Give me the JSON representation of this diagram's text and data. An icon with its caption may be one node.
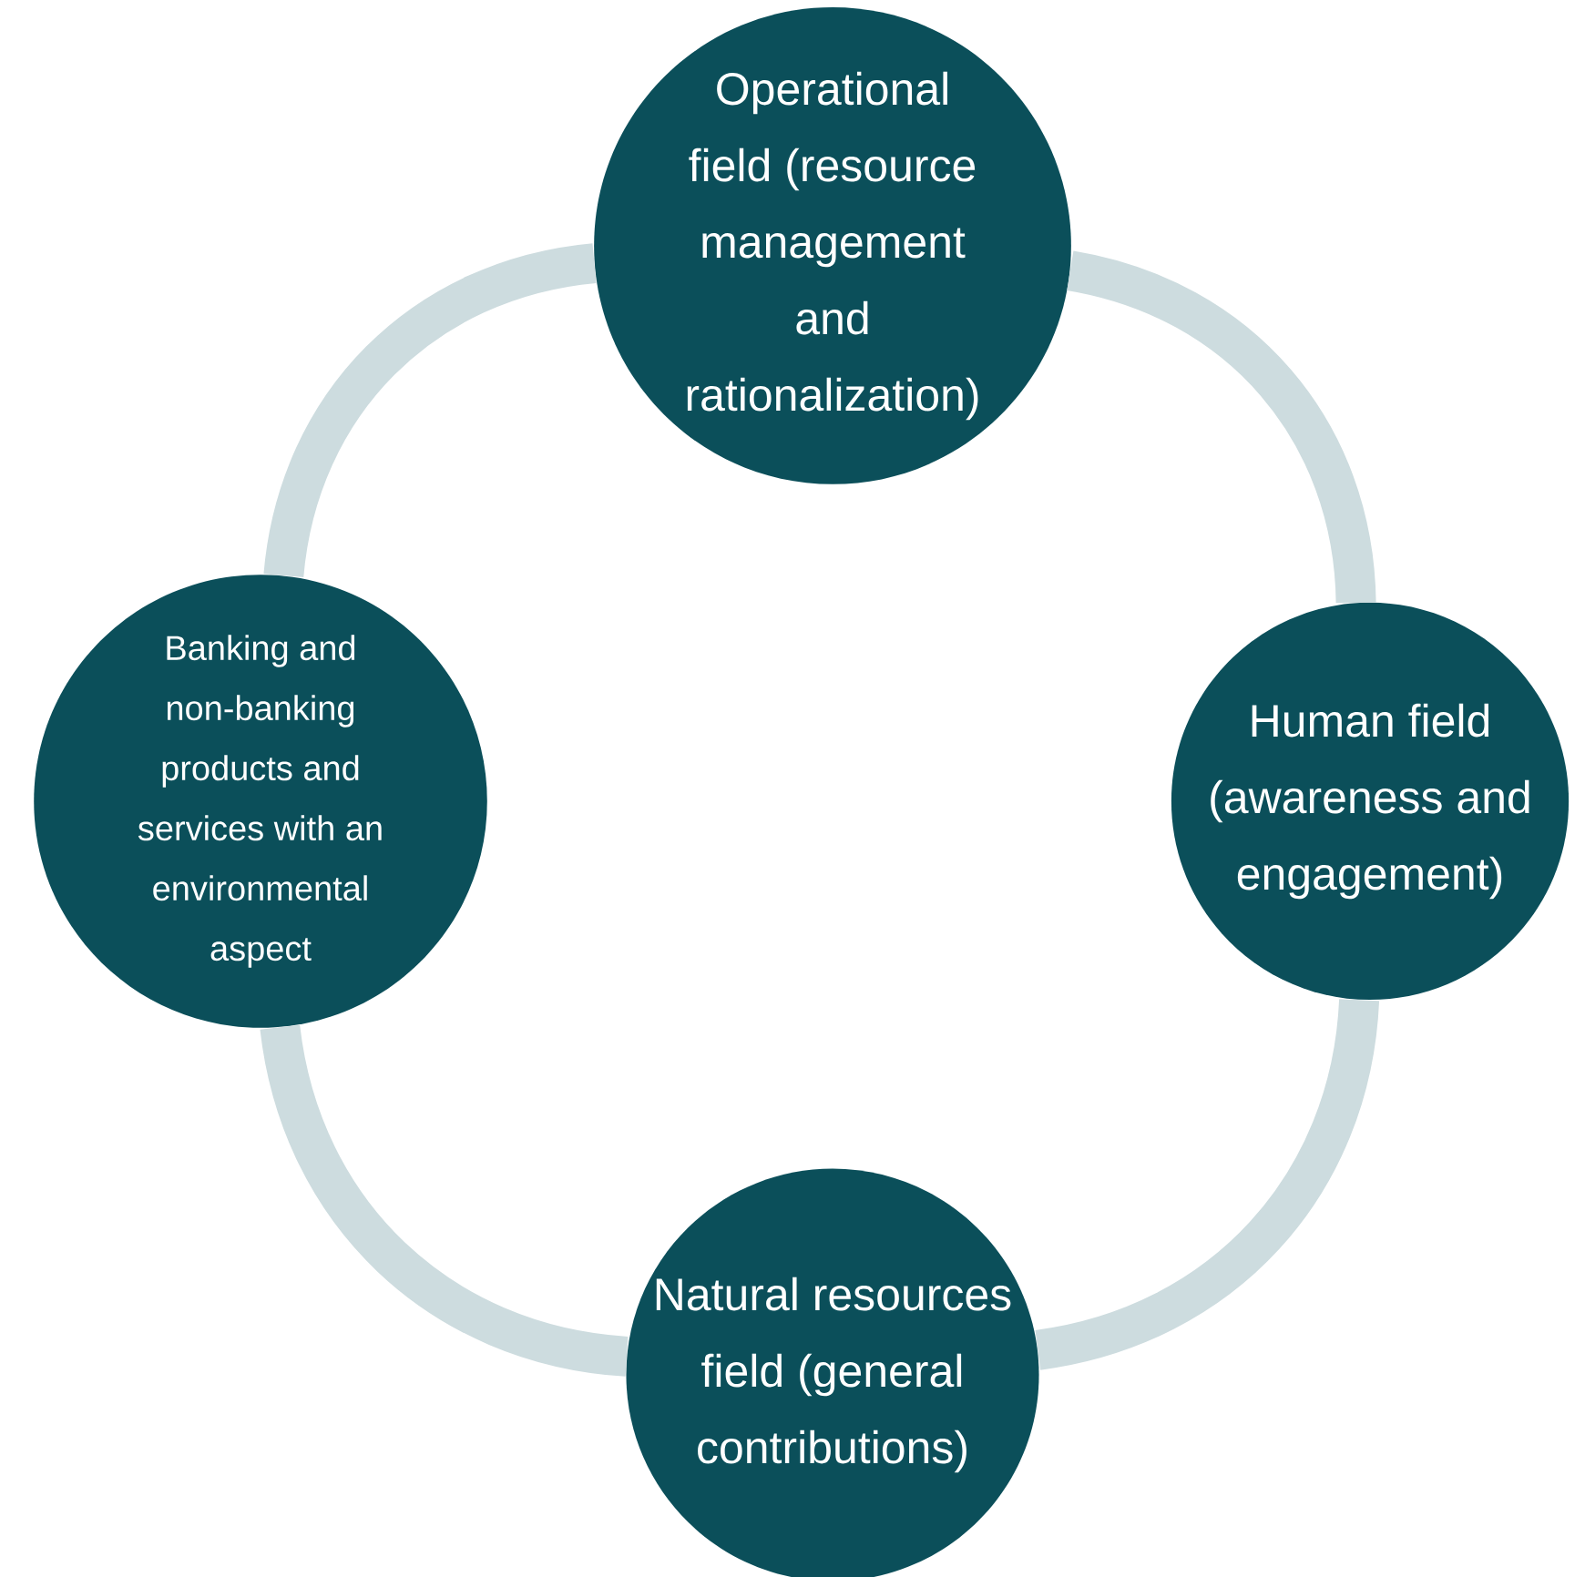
{
  "diagram": {
    "nodes": [
      {
        "text": [
          "Operational field (resource management and rationalization)"
        ]
      },
      {
        "text": [
          "Banking and non-banking products and services with an environmental aspect"
        ]
      },
      {
        "text": [
          "Human field (awareness and engagement)"
        ]
      },
      {
        "text": [
          "Natural resources field (general contributions)"
        ]
      }
    ],
    "edges": [
      {
        "from": 0,
        "to": 2,
        "arrow": "none"
      },
      {
        "from": 2,
        "to": 3,
        "arrow": "none"
      },
      {
        "from": 3,
        "to": 1,
        "arrow": "none"
      },
      {
        "from": 1,
        "to": 0,
        "arrow": "none"
      }
    ]
  }
}
